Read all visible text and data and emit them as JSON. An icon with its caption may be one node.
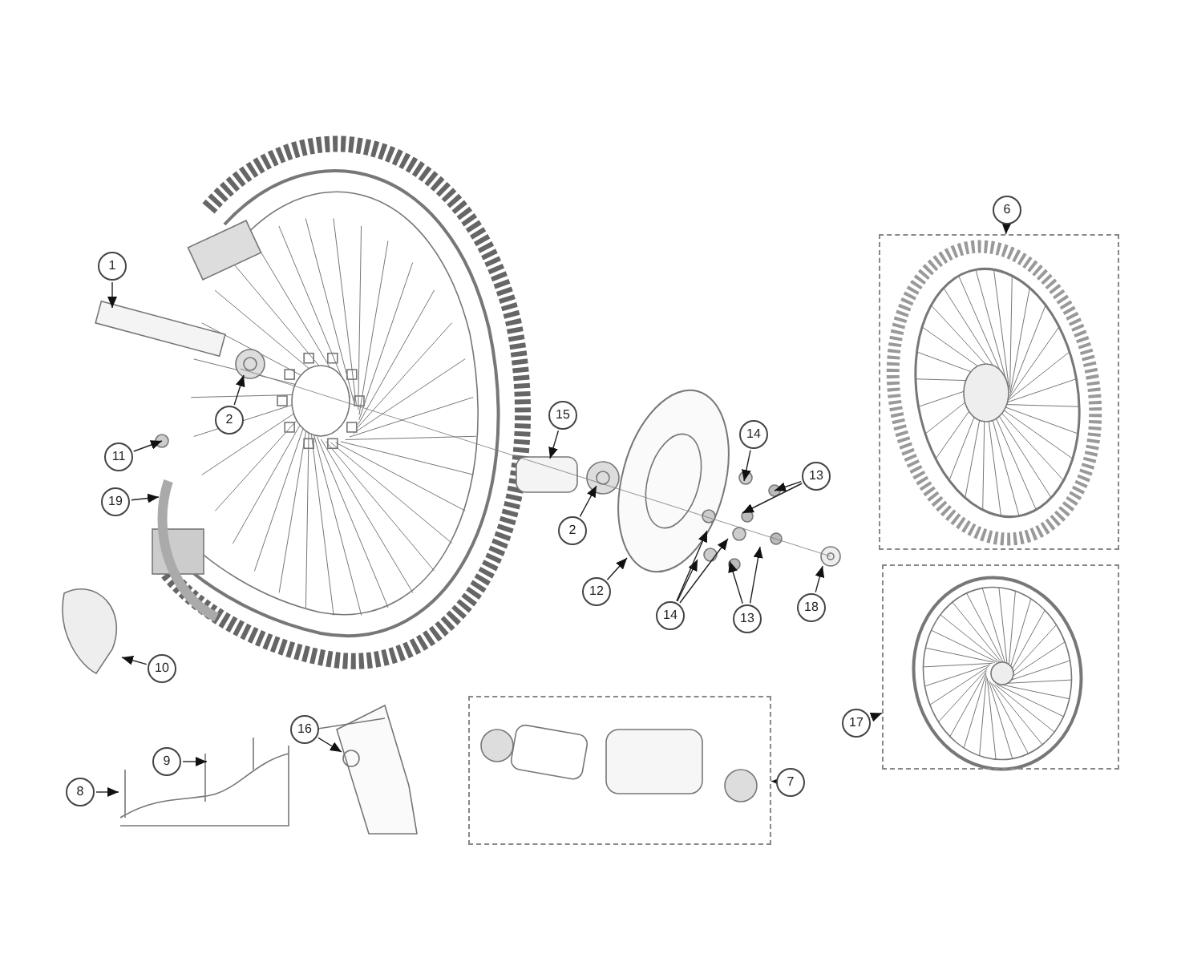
{
  "diagram": {
    "nodes": [
      {
        "text": [
          "1"
        ]
      },
      {
        "text": [
          "2"
        ]
      },
      {
        "text": [
          "6"
        ]
      },
      {
        "text": [],
        "shape": "box"
      },
      {
        "text": [
          "11"
        ]
      },
      {
        "text": [
          "15"
        ]
      },
      {
        "text": [
          "14"
        ]
      },
      {
        "text": [
          "13"
        ]
      },
      {
        "text": [
          "19"
        ]
      },
      {
        "text": [
          "2"
        ]
      },
      {
        "text": [
          "12"
        ]
      },
      {
        "text": [
          "14"
        ]
      },
      {
        "text": [
          "13"
        ]
      },
      {
        "text": [
          "18"
        ]
      },
      {
        "text": [
          "10"
        ]
      },
      {
        "text": [],
        "shape": "box"
      },
      {
        "text": [
          "17"
        ]
      },
      {
        "text": [
          "16"
        ]
      },
      {
        "text": [
          "9"
        ]
      },
      {
        "text": [
          "8"
        ]
      },
      {
        "text": [],
        "shape": "box"
      },
      {
        "text": [
          "7"
        ]
      }
    ],
    "edges": [
      {
        "from": 0,
        "to": null,
        "arrow": "to"
      },
      {
        "from": 1,
        "to": null,
        "arrow": "to"
      },
      {
        "from": 2,
        "to": 3,
        "arrow": "to"
      },
      {
        "from": 4,
        "to": null,
        "arrow": "to"
      },
      {
        "from": 5,
        "to": null,
        "arrow": "to"
      },
      {
        "from": 6,
        "to": null,
        "arrow": "to"
      },
      {
        "from": 7,
        "to": null,
        "arrow": "to"
      },
      {
        "from": 7,
        "to": null,
        "arrow": "to"
      },
      {
        "from": 8,
        "to": null,
        "arrow": "to"
      },
      {
        "from": 9,
        "to": null,
        "arrow": "to"
      },
      {
        "from": 10,
        "to": null,
        "arrow": "to"
      },
      {
        "from": 11,
        "to": null,
        "arrow": "to"
      },
      {
        "from": 11,
        "to": null,
        "arrow": "to"
      },
      {
        "from": 11,
        "to": null,
        "arrow": "to"
      },
      {
        "from": 12,
        "to": null,
        "arrow": "to"
      },
      {
        "from": 12,
        "to": null,
        "arrow": "to"
      },
      {
        "from": 13,
        "to": null,
        "arrow": "to"
      },
      {
        "from": 14,
        "to": null,
        "arrow": "to"
      },
      {
        "from": 16,
        "to": 15,
        "arrow": "to"
      },
      {
        "from": 17,
        "to": null,
        "arrow": "to"
      },
      {
        "from": 18,
        "to": null,
        "arrow": "to"
      },
      {
        "from": 19,
        "to": null,
        "arrow": "to"
      },
      {
        "from": 21,
        "to": 20,
        "arrow": "to"
      }
    ]
  }
}
